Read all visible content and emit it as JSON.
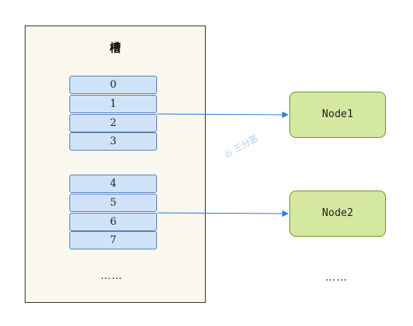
{
  "container": {
    "title": "槽"
  },
  "slots_group1": [
    "0",
    "1",
    "2",
    "3"
  ],
  "slots_group2": [
    "4",
    "5",
    "6",
    "7"
  ],
  "slots_ellipsis": "……",
  "nodes": [
    {
      "label": "Node1"
    },
    {
      "label": "Node2"
    }
  ],
  "nodes_ellipsis": "……",
  "watermark": "三分恶",
  "colors": {
    "slot_fill": "#cfe3f8",
    "node_fill": "#d5e8a0",
    "arrow": "#2a7de1",
    "container_fill": "#f9f7ee"
  }
}
